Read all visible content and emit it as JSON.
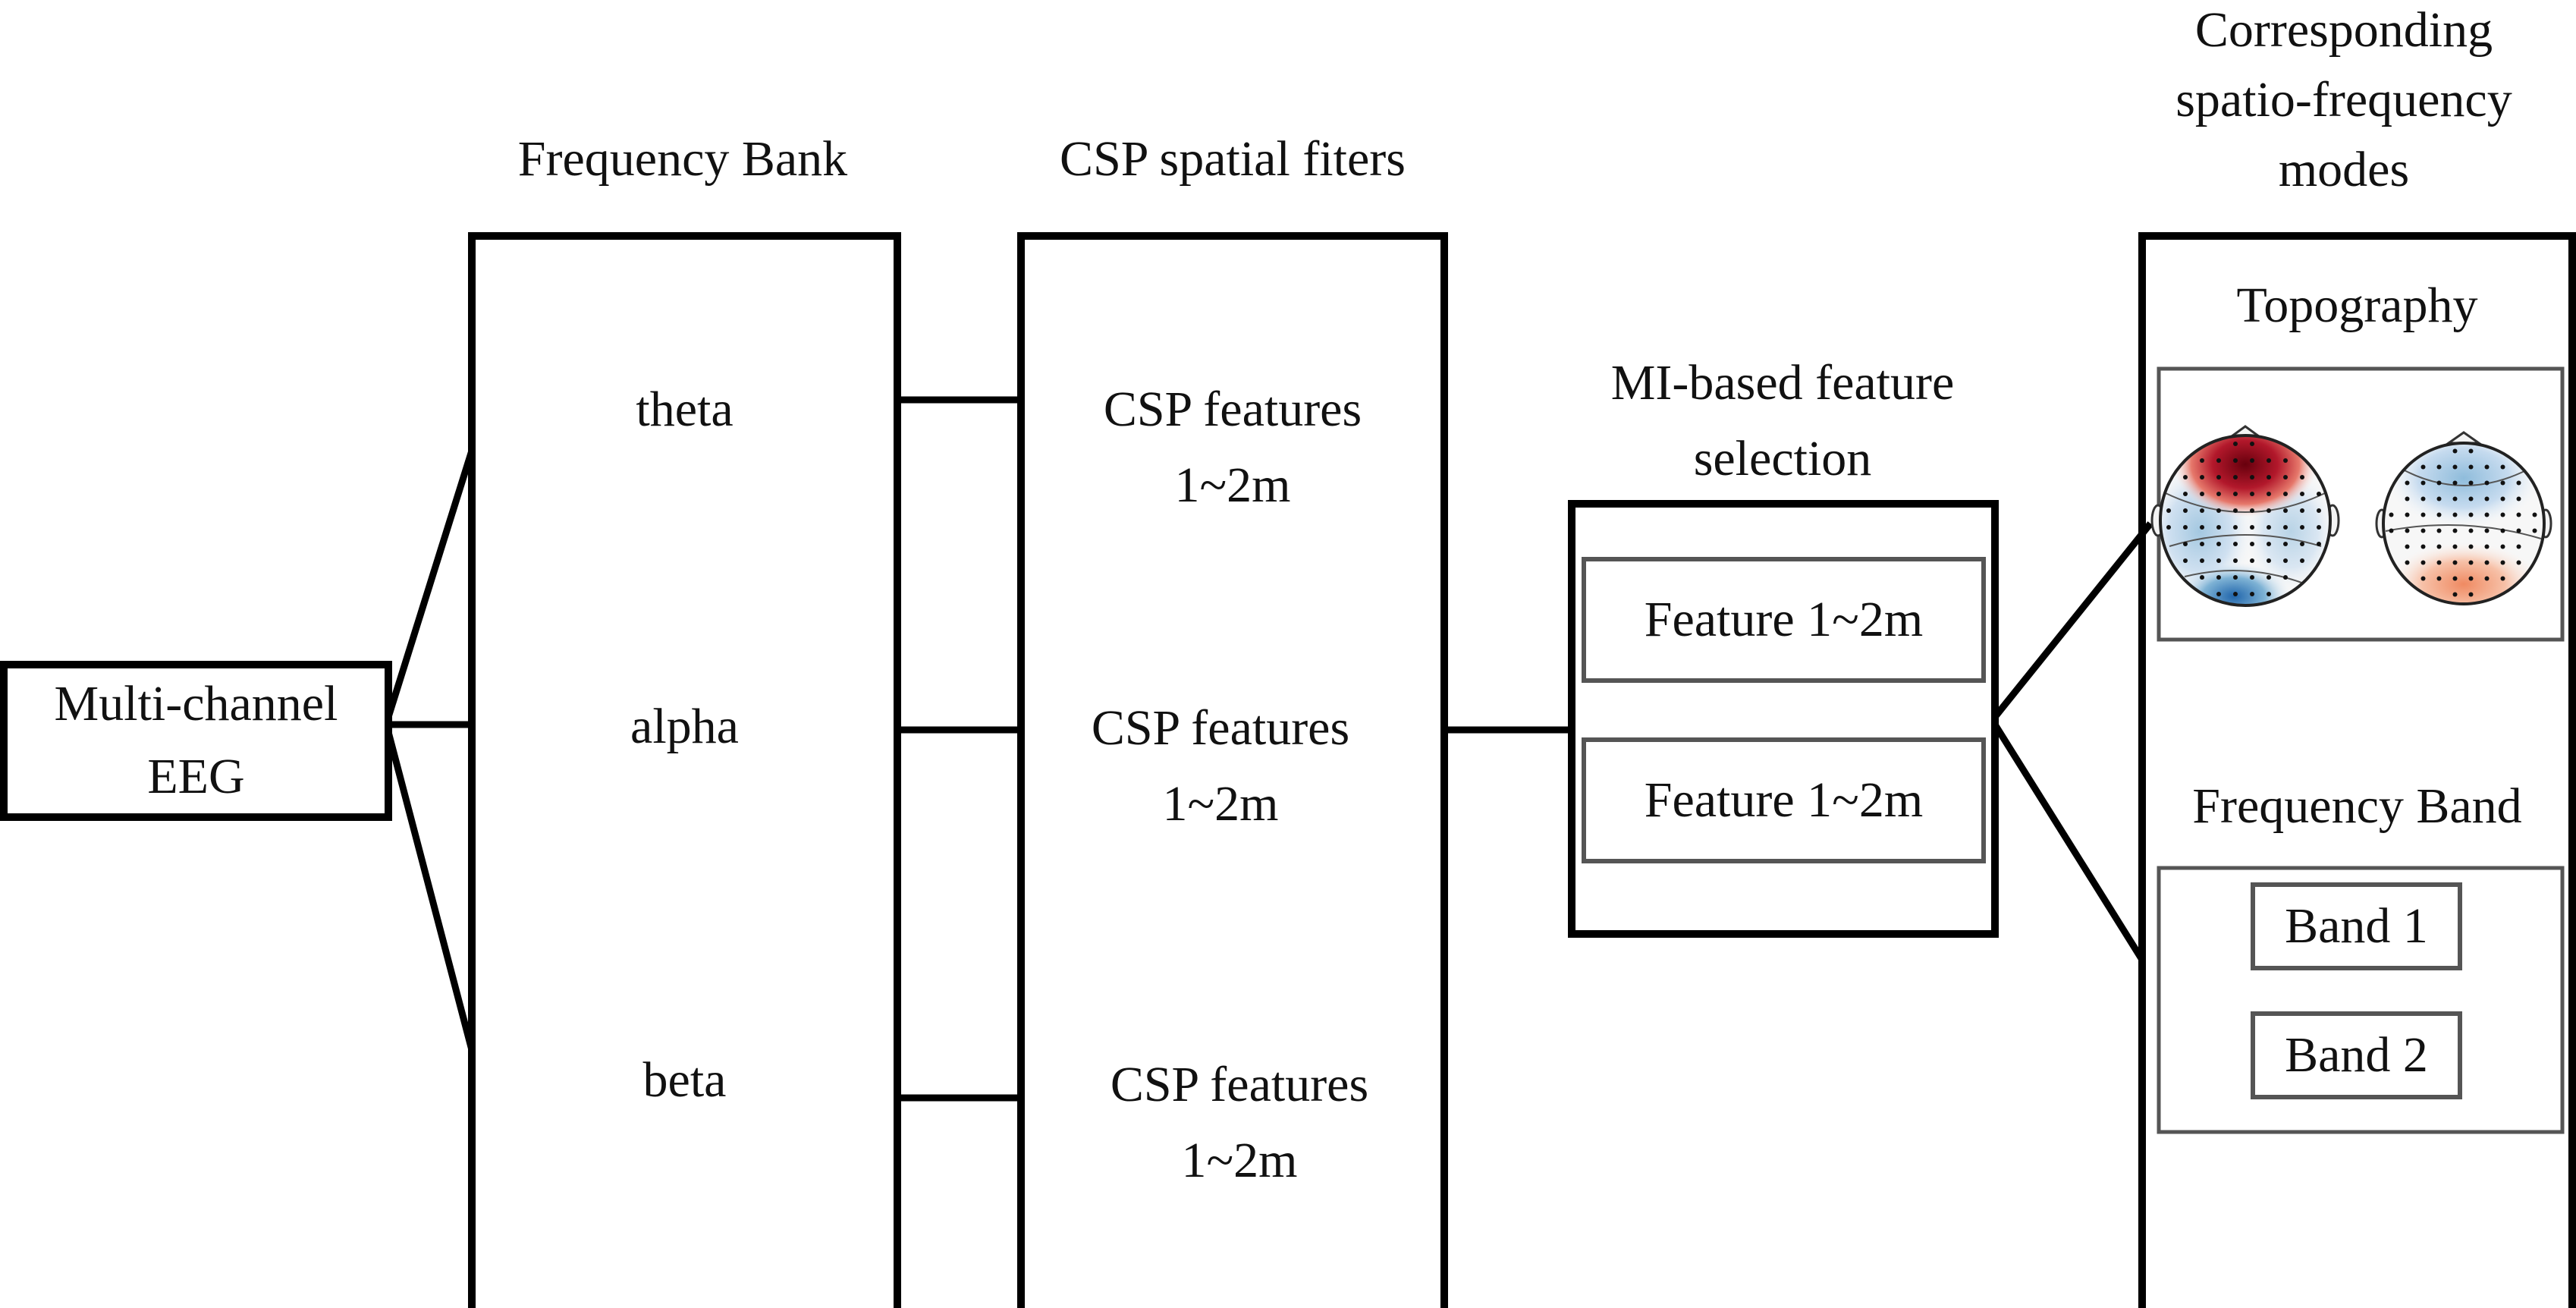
{
  "input": {
    "line1": "Multi-channel",
    "line2": "EEG"
  },
  "frequency_bank": {
    "title": "Frequency Bank",
    "bands": [
      "theta",
      "alpha",
      "beta"
    ]
  },
  "csp": {
    "title": "CSP spatial fiters",
    "features": [
      {
        "line1": "CSP features",
        "line2": "1~2m"
      },
      {
        "line1": "CSP features",
        "line2": "1~2m"
      },
      {
        "line1": "CSP features",
        "line2": "1~2m"
      }
    ]
  },
  "selection": {
    "title_line1": "MI-based feature",
    "title_line2": "selection",
    "items": [
      "Feature 1~2m",
      "Feature 1~2m"
    ]
  },
  "modes": {
    "title_line1": "Corresponding",
    "title_line2": "spatio-frequency",
    "title_line3": "modes",
    "topography_label": "Topography",
    "frequency_band_label": "Frequency Band",
    "bands": [
      "Band 1",
      "Band 2"
    ]
  },
  "colors": {
    "line": "#000000",
    "inner_box": "#555555",
    "topo_red": "#a50f15",
    "topo_blue": "#2166ac"
  }
}
